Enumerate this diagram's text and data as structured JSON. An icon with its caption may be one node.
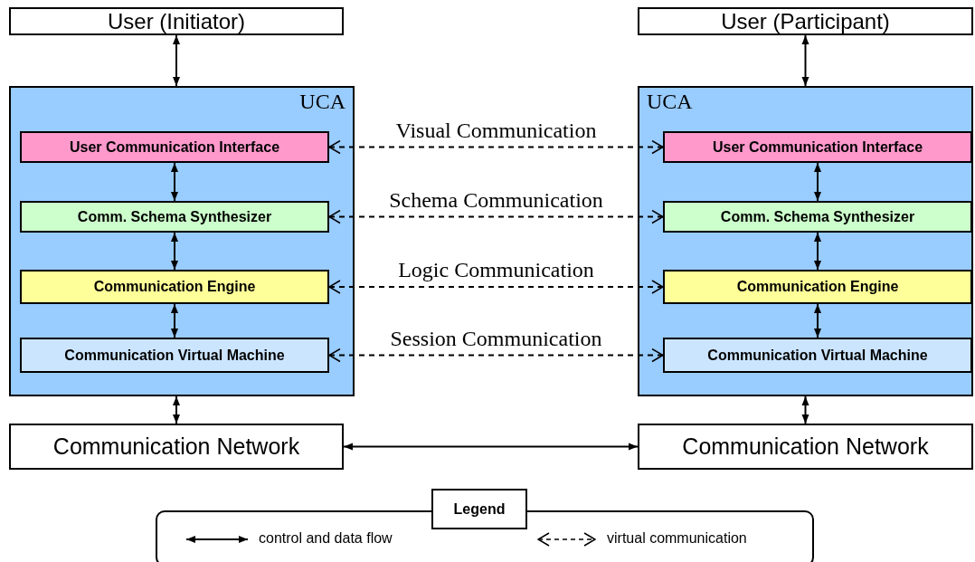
{
  "diagram": {
    "nodes": [
      {
        "text": [
          "User (Initiator)"
        ]
      },
      {
        "text": [
          "User (Participant)"
        ]
      },
      {
        "text": [
          "UCA"
        ]
      },
      {
        "text": [
          "User Communication Interface"
        ],
        "in": 2
      },
      {
        "text": [
          "Comm. Schema Synthesizer"
        ],
        "in": 2
      },
      {
        "text": [
          "Communication Engine"
        ],
        "in": 2
      },
      {
        "text": [
          "Communication Virtual Machine"
        ],
        "in": 2
      },
      {
        "text": [
          "UCA"
        ]
      },
      {
        "text": [
          "User Communication Interface"
        ],
        "in": 7
      },
      {
        "text": [
          "Comm. Schema Synthesizer"
        ],
        "in": 7
      },
      {
        "text": [
          "Communication Engine"
        ],
        "in": 7
      },
      {
        "text": [
          "Communication Virtual Machine"
        ],
        "in": 7
      },
      {
        "text": [
          "Communication Network"
        ]
      },
      {
        "text": [
          "Communication Network"
        ]
      }
    ],
    "edges": [
      {
        "from": 0,
        "to": 2,
        "arrow": "both"
      },
      {
        "from": 1,
        "to": 7,
        "arrow": "both"
      },
      {
        "from": 3,
        "to": 8,
        "arrow": "both",
        "style": "dashed",
        "label": "Visual Communication"
      },
      {
        "from": 3,
        "to": 4,
        "arrow": "both"
      },
      {
        "from": 8,
        "to": 9,
        "arrow": "both"
      },
      {
        "from": 4,
        "to": 9,
        "arrow": "both",
        "style": "dashed",
        "label": "Schema Communication"
      },
      {
        "from": 4,
        "to": 5,
        "arrow": "both"
      },
      {
        "from": 9,
        "to": 10,
        "arrow": "both"
      },
      {
        "from": 5,
        "to": 10,
        "arrow": "both",
        "style": "dashed",
        "label": "Logic Communication"
      },
      {
        "from": 5,
        "to": 6,
        "arrow": "both"
      },
      {
        "from": 10,
        "to": 11,
        "arrow": "both"
      },
      {
        "from": 6,
        "to": 11,
        "arrow": "both",
        "style": "dashed",
        "label": "Session Communication"
      },
      {
        "from": 2,
        "to": 12,
        "arrow": "both"
      },
      {
        "from": 7,
        "to": 13,
        "arrow": "both"
      },
      {
        "from": 12,
        "to": 13,
        "arrow": "both"
      }
    ],
    "labels": [
      "Legend"
    ],
    "legend": [
      {
        "text": "control and data flow"
      },
      {
        "text": "virtual communication"
      }
    ]
  }
}
